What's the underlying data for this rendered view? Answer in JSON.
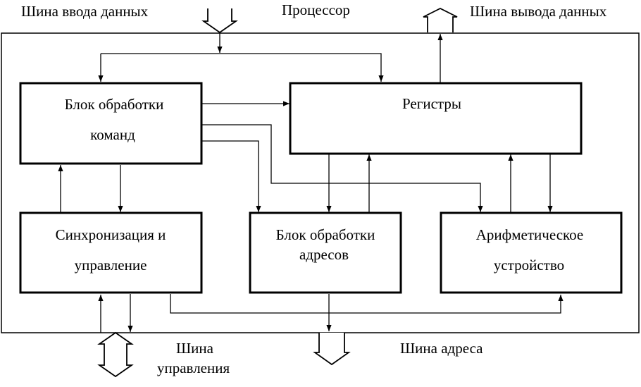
{
  "labels": {
    "input_bus": "Шина ввода данных",
    "processor": "Процессор",
    "output_bus": "Шина вывода данных",
    "control_bus_line1": "Шина",
    "control_bus_line2": "управления",
    "address_bus": "Шина адреса"
  },
  "blocks": {
    "command_unit": {
      "line1": "Блок обработки",
      "line2": "команд"
    },
    "registers": {
      "line1": "Регистры"
    },
    "sync_control": {
      "line1": "Синхронизация и",
      "line2": "управление"
    },
    "address_unit": {
      "line1": "Блок обработки",
      "line2": "адресов"
    },
    "alu": {
      "line1": "Арифметическое",
      "line2": "устройство"
    }
  }
}
